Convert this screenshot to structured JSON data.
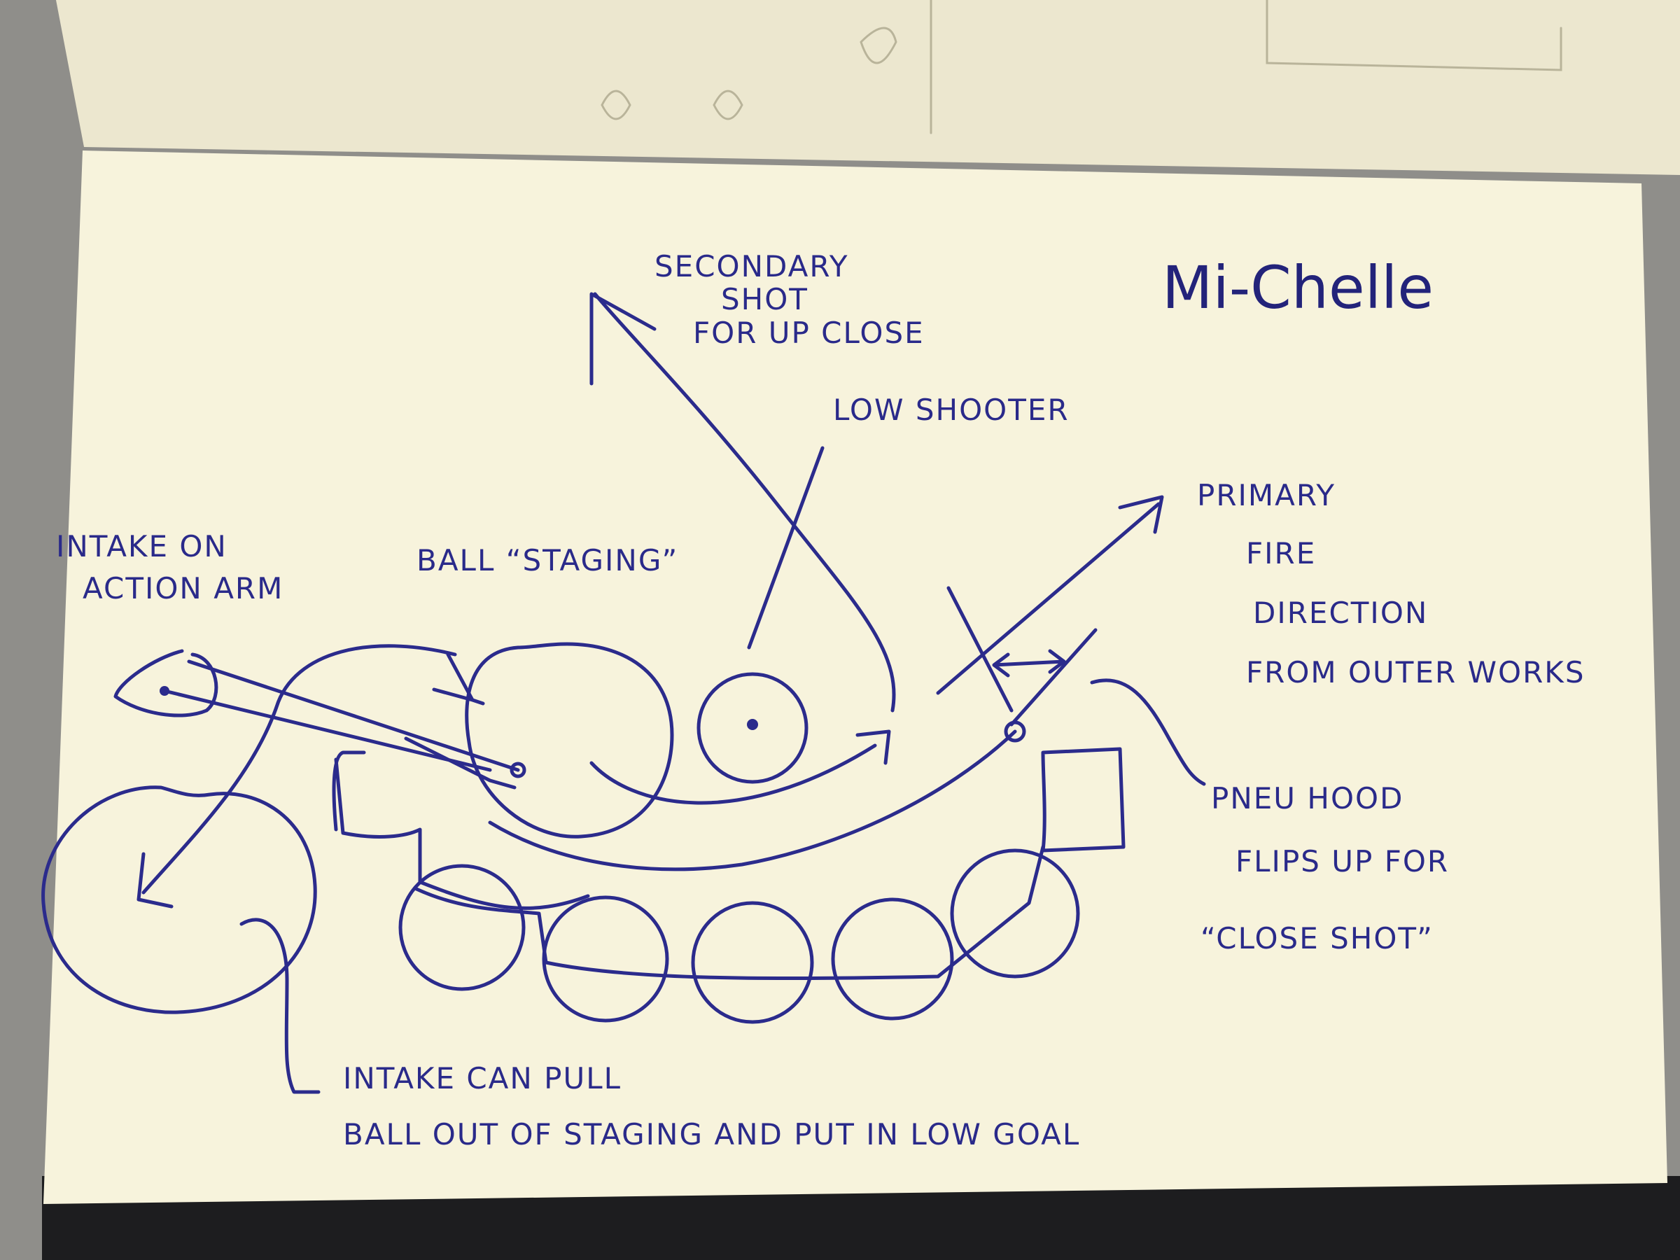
{
  "title": "Mi-Chelle",
  "labels": {
    "secondary_shot": [
      "SECONDARY",
      "SHOT",
      "FOR UP CLOSE"
    ],
    "low_shooter": "LOW SHOOTER",
    "primary_fire": [
      "PRIMARY",
      "FIRE",
      "DIRECTION",
      "FROM OUTER WORKS"
    ],
    "intake_arm": [
      "INTAKE ON",
      "ACTION ARM"
    ],
    "ball_staging": "BALL “STAGING”",
    "pneu_hood": [
      "PNEU HOOD",
      "FLIPS UP FOR",
      "“CLOSE SHOT”"
    ],
    "intake_pull": [
      "INTAKE CAN PULL",
      "BALL OUT OF STAGING AND PUT IN LOW GOAL"
    ]
  },
  "colors": {
    "ink": "#2b2b8c",
    "paper": "#f7f3dc",
    "background": "#9a9893"
  }
}
